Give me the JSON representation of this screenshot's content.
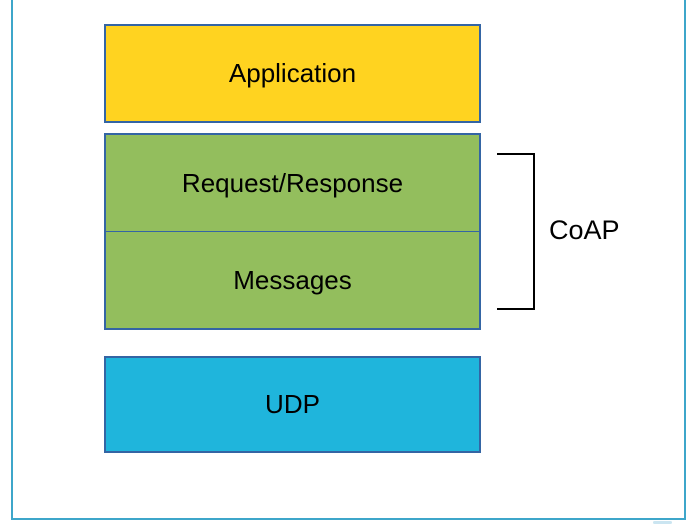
{
  "page": {
    "background": "#FFFFFF",
    "border_color": "#3EA6CA",
    "artifact_color": "#A8D4E8"
  },
  "stack": {
    "shape_border_color": "#3465A4",
    "text_color": "#000000",
    "application": {
      "label": "Application",
      "fill": "#FFD320"
    },
    "coap_group": {
      "fill": "#93BE5D",
      "request_response": {
        "label": "Request/Response"
      },
      "messages": {
        "label": "Messages"
      }
    },
    "udp": {
      "label": "UDP",
      "fill": "#1FB5DC"
    }
  },
  "annotation": {
    "bracket_label": "CoAP",
    "bracket_color": "#000000"
  }
}
